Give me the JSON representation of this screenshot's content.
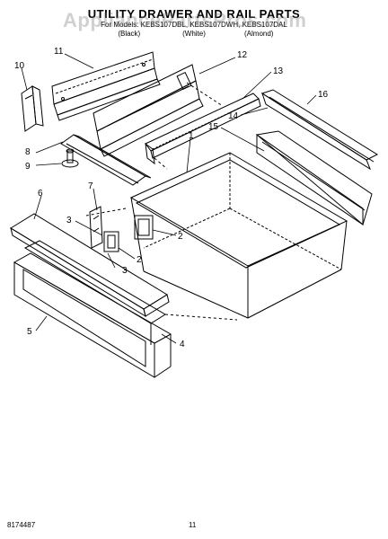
{
  "header": {
    "title": "UTILITY DRAWER AND RAIL PARTS",
    "models": "For Models: KEBS107DBL, KEBS107DWH, KEBS107DAL",
    "colors": [
      "(Black)",
      "(White)",
      "(Almond)"
    ]
  },
  "watermark": "AppliancePartsPros.com",
  "callouts": {
    "c1": "1",
    "c2a": "2",
    "c2b": "2",
    "c3a": "3",
    "c3b": "3",
    "c4": "4",
    "c5": "5",
    "c6": "6",
    "c7": "7",
    "c8": "8",
    "c9": "9",
    "c10": "10",
    "c11": "11",
    "c12": "12",
    "c13": "13",
    "c14": "14",
    "c15": "15",
    "c16": "16"
  },
  "footer": {
    "doc_number": "8174487",
    "page_number": "11"
  }
}
